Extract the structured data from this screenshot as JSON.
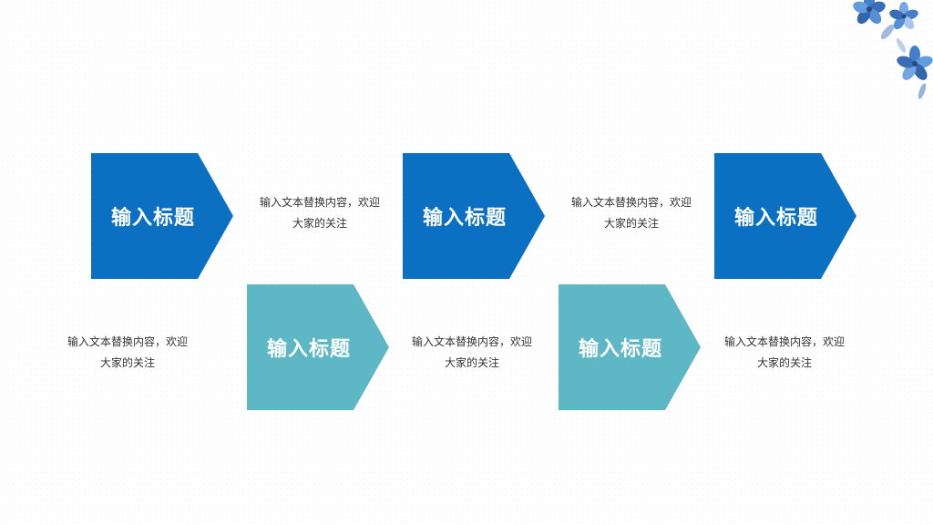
{
  "steps_top": [
    {
      "title": "输入标题"
    },
    {
      "title": "输入标题"
    },
    {
      "title": "输入标题"
    }
  ],
  "steps_bottom": [
    {
      "title": "输入标题"
    },
    {
      "title": "输入标题"
    }
  ],
  "descriptions_top": [
    {
      "line1": "输入文本替换内容，欢迎",
      "line2": "大家的关注"
    },
    {
      "line1": "输入文本替换内容，欢迎",
      "line2": "大家的关注"
    }
  ],
  "descriptions_bottom": [
    {
      "line1": "输入文本替换内容，欢迎",
      "line2": "大家的关注"
    },
    {
      "line1": "输入文本替换内容，欢迎",
      "line2": "大家的关注"
    },
    {
      "line1": "输入文本替换内容，欢迎",
      "line2": "大家的关注"
    }
  ],
  "colors": {
    "primary": "#0b6fc2",
    "secondary": "#5eb7c5",
    "text": "#333333",
    "flower": "#3a78c9"
  },
  "decoration": {
    "icon": "blue-flower-icon"
  }
}
